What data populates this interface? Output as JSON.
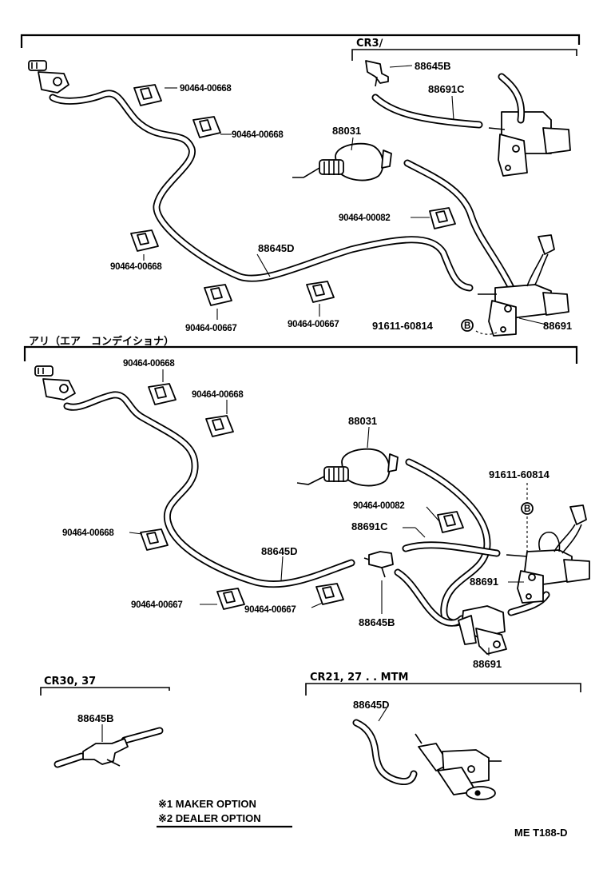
{
  "sections": {
    "top_variant": "CR3∕",
    "aircon_heading": "アリ（エア　コンデイショナ）",
    "cr30_heading": "CR30, 37",
    "cr21_heading": "CR21, 27 . . MTM"
  },
  "top_labels": {
    "p88645B": "88645B",
    "p88691C": "88691C",
    "c00668_a": "90464-00668",
    "c00668_b": "90464-00668",
    "p88031": "88031",
    "c00082": "90464-00082",
    "c00668_c": "90464-00668",
    "p88645D": "88645D",
    "c00667_a": "90464-00667",
    "c00667_b": "90464-00667",
    "bolt": "91611-60814",
    "p88691": "88691",
    "mark_b": "B"
  },
  "mid_labels": {
    "c00668_a": "90464-00668",
    "c00668_b": "90464-00668",
    "p88031": "88031",
    "bolt": "91611-60814",
    "c00082": "90464-00082",
    "p88691C": "88691C",
    "c00668_c": "90464-00668",
    "p88645D": "88645D",
    "p88691_a": "88691",
    "c00667_a": "90464-00667",
    "c00667_b": "90464-00667",
    "p88645B": "88645B",
    "p88691_b": "88691",
    "mark_b": "B"
  },
  "bottom_labels": {
    "p88645B": "88645B",
    "p88645D": "88645D"
  },
  "legend": {
    "maker": "※1 MAKER OPTION",
    "dealer": "※2 DEALER OPTION"
  },
  "figure_code": "ME T188-D"
}
